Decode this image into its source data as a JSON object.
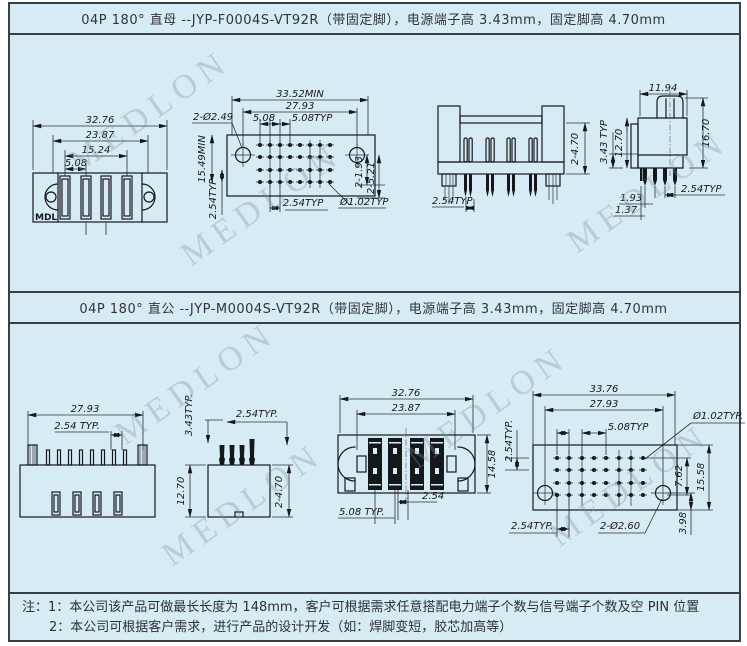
{
  "watermark": {
    "text": "MEDLON"
  },
  "female": {
    "title": "04P 180°  直母 --JYP-F0004S-VT92R（带固定脚），电源端子高 3.43mm，固定脚高 4.70mm",
    "front": {
      "w1": "32.76",
      "w2": "23.87",
      "w3": "15.24",
      "w4": "5.08",
      "logo": "MDL"
    },
    "pcb": {
      "hole_label": "2-Ø2.49",
      "w1": "33.52MIN",
      "w2": "27.93",
      "w3": "5.08",
      "w4": "5.08TYP",
      "h1": "15.49MIN",
      "h2": "2.54TYP",
      "r1": "2-1.93",
      "r2": "2-5.21",
      "pitch": "2.54TYP",
      "pin": "Ø1.02TYP"
    },
    "side": {
      "h1": "2-4.70",
      "pitch": "2.54TYP"
    },
    "profile": {
      "w1": "11.94",
      "l1": "3.43 TYP",
      "l2": "12.70",
      "r1": "16.70",
      "pitch": "2.54TYP",
      "b1": "1.93",
      "b2": "1.37"
    }
  },
  "male": {
    "title": "04P 180°  直公 --JYP-M0004S-VT92R（带固定脚），电源端子高 3.43mm，固定脚高 4.70mm",
    "rear": {
      "w1": "27.93",
      "pitch": "2.54 TYP."
    },
    "side": {
      "l1": "3.43TYP.",
      "pitch": "2.54TYP.",
      "l2": "12.70",
      "r1": "2-4.70"
    },
    "front": {
      "w1": "32.76",
      "w2": "23.87",
      "r1": "14.58",
      "b1": "2.54",
      "b2": "5.08 TYP."
    },
    "pcb": {
      "w1": "33.76",
      "w2": "27.93",
      "w3": "5.08TYP",
      "pin": "Ø1.02TYP.",
      "l1": "2.54TYP.",
      "r1": "7.62",
      "r2": "15.58",
      "r3": "3.98",
      "b1": "2.54TYP.",
      "b2": "2-Ø2.60"
    }
  },
  "notes": {
    "label": "注：",
    "line1": "1：本公司该产品可做最长长度为 148mm，客户可根据需求任意搭配电力端子个数与信号端子个数及空 PIN 位置",
    "line2": "2：本公司可根据客户需求，进行产品的设计开发（如：焊脚变短，胶芯加高等）"
  },
  "colors": {
    "background": "#d7ebf4",
    "frame": "#3a3f46",
    "ink": "#15181b"
  }
}
